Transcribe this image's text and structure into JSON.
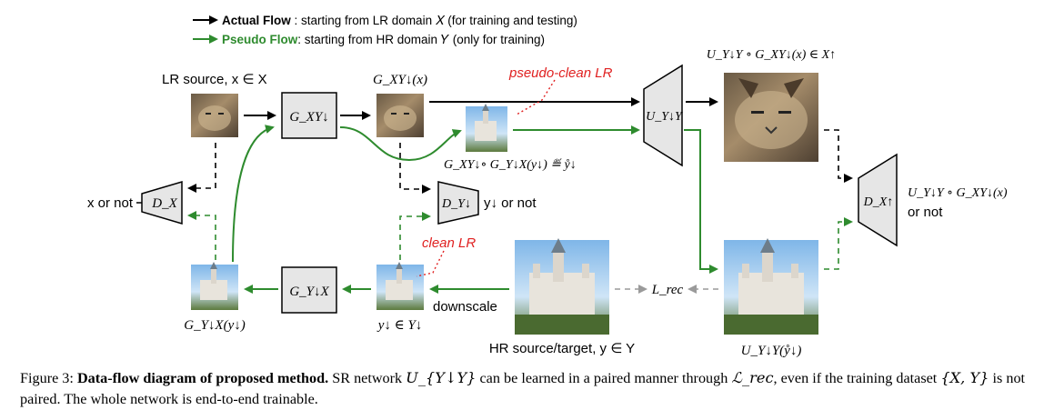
{
  "legend": {
    "actual_bold": "Actual Flow",
    "actual_rest": " : starting from LR domain 𝑋 (for training and testing)",
    "pseudo_bold": "Pseudo Flow",
    "pseudo_rest": ": starting from HR domain 𝑌 (only for training)"
  },
  "labels": {
    "lr_source": "LR source, x ∈ X",
    "g_xy_out": "G_XY↓(x)",
    "pseudo_clean_lr": "pseudo-clean LR",
    "u_g_top": "U_Y↓Y ∘ G_XY↓(x) ∈ X↑",
    "g_comp": "G_XY↓∘ G_Y↓X(y↓) ≝ ẙ↓",
    "x_or_not": "x or not",
    "d_x": "D_X",
    "y_or_not": "y↓ or not",
    "d_y": "D_Y↓",
    "d_x_up": "D_X↑",
    "dxup_out_line1": "U_Y↓Y ∘ G_XY↓(x)",
    "dxup_out_line2": "or not",
    "clean_lr": "clean LR",
    "g_yx_out": "G_Y↓X(y↓)",
    "y_down_in": "y↓ ∈ Y↓",
    "downscale": "downscale",
    "l_rec": "L_rec",
    "hr_source": "HR source/target, y ∈ Y",
    "u_ring": "U_Y↓Y(ẙ↓)",
    "g_xy_box": "G_XY↓",
    "g_yx_box": "G_Y↓X",
    "u_box": "U_Y↓Y"
  },
  "caption": {
    "prefix": "Figure 3: ",
    "bold": "Data-flow diagram of proposed method.",
    "text1": " SR network ",
    "math1": "U_{Y↓Y}",
    "text2": " can be learned in a paired manner through ",
    "math2": "ℒ_rec",
    "text3": ", even if the training dataset ",
    "math3": "{X, Y}",
    "text4": " is not paired. The whole network is end-to-end trainable."
  },
  "colors": {
    "actual": "#000000",
    "pseudo": "#2e8b2e",
    "red": "#e02020",
    "box_fill": "#e6e6e6",
    "gray": "#9a9a9a"
  }
}
